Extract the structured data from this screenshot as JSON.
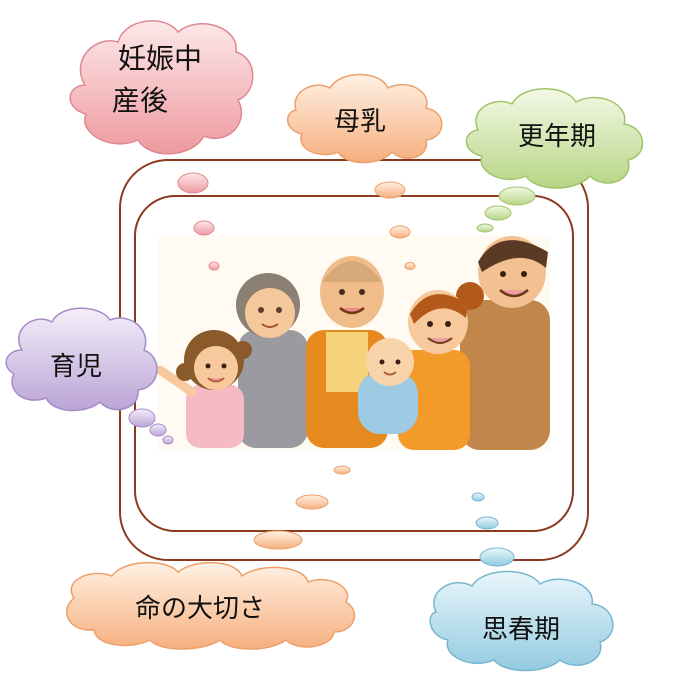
{
  "clouds": {
    "pregnancy": {
      "line1": "妊娠中",
      "line2": "産後",
      "color": "#f2a9ad"
    },
    "breastmilk": {
      "label": "母乳",
      "color": "#f8c097"
    },
    "menopause": {
      "label": "更年期",
      "color": "#c3dd97"
    },
    "childcare": {
      "label": "育児",
      "color": "#c8b5dd"
    },
    "life": {
      "label": "命の大切さ",
      "color": "#f8c097"
    },
    "puberty": {
      "label": "思春期",
      "color": "#a9d6e6"
    }
  },
  "frame": {
    "color": "#8b3a1e"
  },
  "illustration": {
    "subject": "family-illustration"
  }
}
